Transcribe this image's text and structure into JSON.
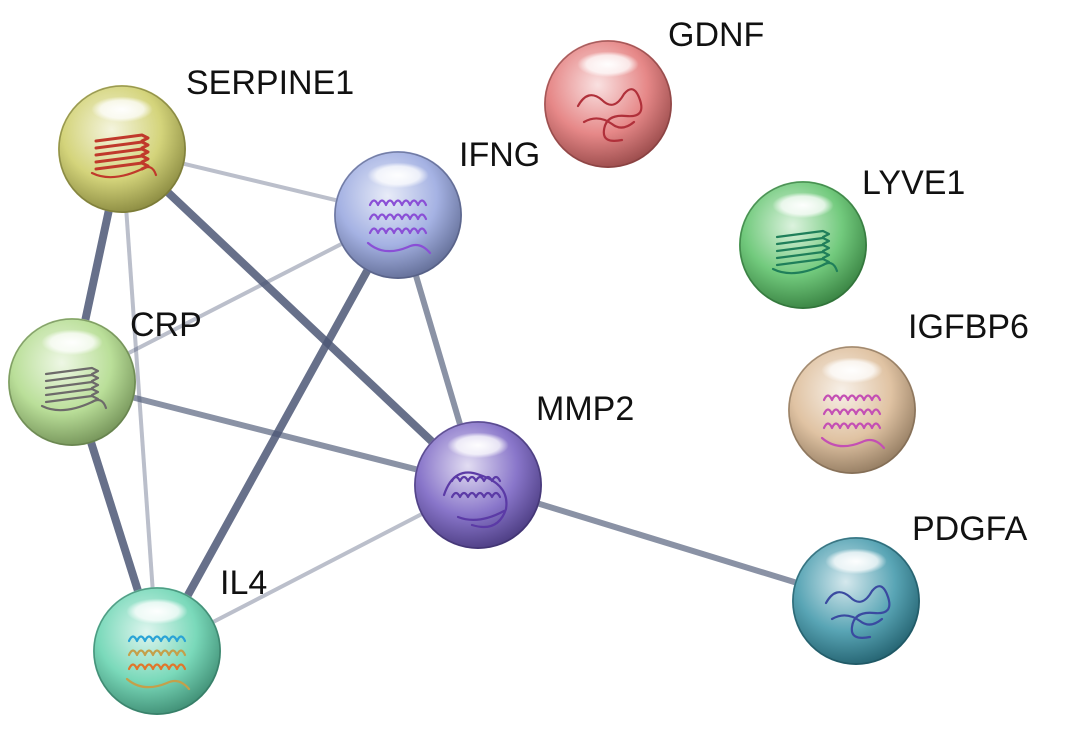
{
  "diagram": {
    "type": "protein-interaction-network",
    "nodes": [
      {
        "id": "SERPINE1",
        "label": "SERPINE1",
        "color": "#c9c95a",
        "structure": "sheet-red"
      },
      {
        "id": "IFNG",
        "label": "IFNG",
        "color": "#8e9fdc",
        "structure": "helix-purple"
      },
      {
        "id": "CRP",
        "label": "CRP",
        "color": "#a9d77f",
        "structure": "sheet-gray"
      },
      {
        "id": "MMP2",
        "label": "MMP2",
        "color": "#6c54bd",
        "structure": "mixed-purple"
      },
      {
        "id": "IL4",
        "label": "IL4",
        "color": "#59cfa9",
        "structure": "helix-rainbow"
      },
      {
        "id": "GDNF",
        "label": "GDNF",
        "color": "#e06a6a",
        "structure": "coil-red"
      },
      {
        "id": "LYVE1",
        "label": "LYVE1",
        "color": "#4fbd5c",
        "structure": "sheet-green"
      },
      {
        "id": "IGFBP6",
        "label": "IGFBP6",
        "color": "#d8b48c",
        "structure": "helix-pink"
      },
      {
        "id": "PDGFA",
        "label": "PDGFA",
        "color": "#2f8ea3",
        "structure": "coil-blue"
      }
    ],
    "edges": [
      {
        "from": "SERPINE1",
        "to": "CRP",
        "weight": "strong"
      },
      {
        "from": "SERPINE1",
        "to": "IL4",
        "weight": "light"
      },
      {
        "from": "SERPINE1",
        "to": "IFNG",
        "weight": "light"
      },
      {
        "from": "SERPINE1",
        "to": "MMP2",
        "weight": "strong"
      },
      {
        "from": "CRP",
        "to": "IFNG",
        "weight": "light"
      },
      {
        "from": "CRP",
        "to": "MMP2",
        "weight": "medium"
      },
      {
        "from": "CRP",
        "to": "IL4",
        "weight": "strong"
      },
      {
        "from": "IFNG",
        "to": "IL4",
        "weight": "strong"
      },
      {
        "from": "IFNG",
        "to": "MMP2",
        "weight": "medium"
      },
      {
        "from": "IL4",
        "to": "MMP2",
        "weight": "light"
      },
      {
        "from": "MMP2",
        "to": "PDGFA",
        "weight": "medium"
      }
    ],
    "edge_color": "#4c5775"
  }
}
